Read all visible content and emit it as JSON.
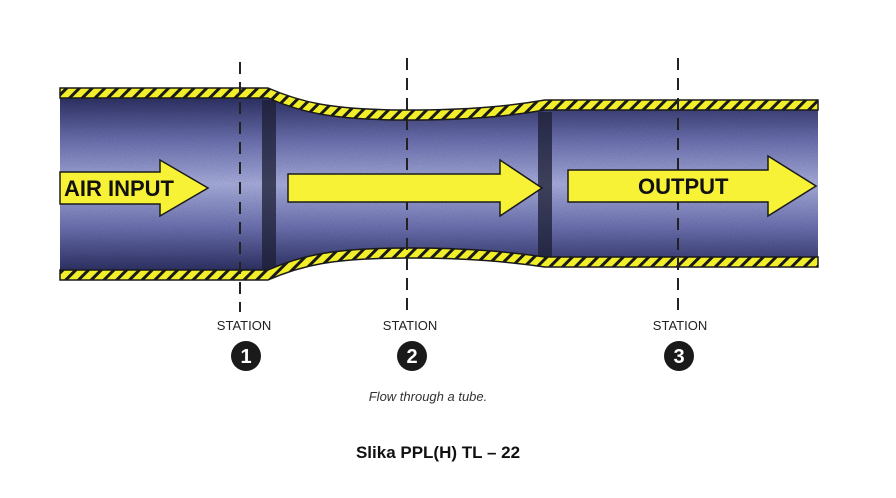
{
  "diagram": {
    "arrows": {
      "input": "AIR INPUT",
      "output": "OUTPUT"
    },
    "stations": [
      {
        "label": "STATION",
        "number": "1"
      },
      {
        "label": "STATION",
        "number": "2"
      },
      {
        "label": "STATION",
        "number": "3"
      }
    ],
    "caption": "Flow through a tube.",
    "figure_title": "Slika PPL(H) TL – 22"
  },
  "colors": {
    "tube_fill": "#4a4f8c",
    "tube_core": "#b9bee6",
    "wall_yellow": "#f2ef2a",
    "wall_dark": "#1a1a1a",
    "arrow_yellow": "#f7f236"
  }
}
